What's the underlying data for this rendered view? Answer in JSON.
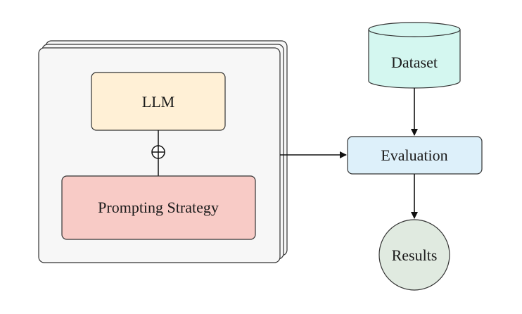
{
  "nodes": {
    "llm": {
      "label": "LLM",
      "fill": "#FFF0D6",
      "stroke": "#333333"
    },
    "prompting_strategy": {
      "label": "Prompting Strategy",
      "fill": "#F8CBC6",
      "stroke": "#333333"
    },
    "combine_symbol": {
      "label": "⊕"
    },
    "dataset": {
      "label": "Dataset",
      "fill": "#D4F7F0",
      "stroke": "#333333"
    },
    "evaluation": {
      "label": "Evaluation",
      "fill": "#DDF0FA",
      "stroke": "#333333"
    },
    "results": {
      "label": "Results",
      "fill": "#E0EAE0",
      "stroke": "#333333"
    }
  },
  "container": {
    "fill": "#F7F7F7",
    "stroke": "#333333",
    "stack_count": 3
  },
  "edges": [
    {
      "from": "llm",
      "to": "prompting_strategy",
      "style": "line-with-oplus"
    },
    {
      "from": "container",
      "to": "evaluation",
      "style": "arrow"
    },
    {
      "from": "dataset",
      "to": "evaluation",
      "style": "arrow"
    },
    {
      "from": "evaluation",
      "to": "results",
      "style": "arrow"
    }
  ]
}
